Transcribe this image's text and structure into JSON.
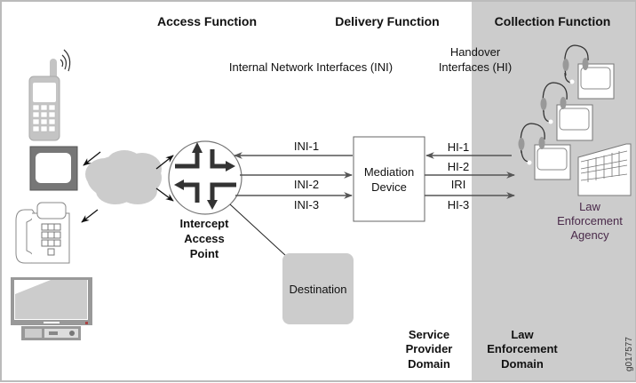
{
  "headers": {
    "access_function": "Access Function",
    "delivery_function": "Delivery Function",
    "collection_function": "Collection Function"
  },
  "interfaces": {
    "internal_network": "Internal Network Interfaces (INI)",
    "handover_line1": "Handover",
    "handover_line2": "Interfaces (HI)"
  },
  "links": {
    "ini1": "INI-1",
    "ini2": "INI-2",
    "ini3": "INI-3",
    "hi1": "HI-1",
    "hi2": "HI-2",
    "iri": "IRI",
    "hi3": "HI-3"
  },
  "nodes": {
    "mediation_line1": "Mediation",
    "mediation_line2": "Device",
    "intercept_line1": "Intercept",
    "intercept_line2": "Access",
    "intercept_line3": "Point",
    "destination": "Destination",
    "lea_line1": "Law",
    "lea_line2": "Enforcement",
    "lea_line3": "Agency"
  },
  "domains": {
    "service_provider": [
      "Service",
      "Provider",
      "Domain"
    ],
    "law_enforcement": [
      "Law",
      "Enforcement",
      "Domain"
    ]
  },
  "devices": [
    "mobile-phone",
    "television",
    "desk-phone",
    "flat-screen-tv"
  ],
  "figure_id": "g017577",
  "colors": {
    "domain_shade": "#cccccc",
    "arrow": "#555555",
    "router_arrows": "#333333",
    "lea_text": "#4a2a4a"
  }
}
